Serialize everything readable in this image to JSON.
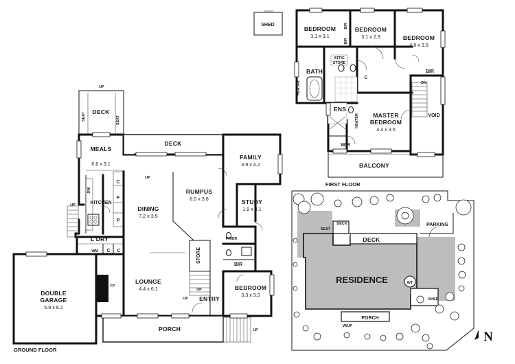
{
  "ground_floor": {
    "caption": "GROUND FLOOR",
    "rooms": {
      "deck": "DECK",
      "deck_seat_left": "SEAT",
      "deck_seat_right": "SEAT",
      "meals": {
        "name": "MEALS",
        "size": "6.6 x 3.1"
      },
      "deck_long": "DECK",
      "family": {
        "name": "FAMILY",
        "size": "3.9 x 4.2"
      },
      "kitchen": "KITCHEN",
      "dining": {
        "name": "DINING",
        "size": "7.2 x 3.5"
      },
      "rumpus": {
        "name": "RUMPUS",
        "size": "6.0 x 3.6"
      },
      "study": {
        "name": "STUDY",
        "size": "1.9 x 4.1"
      },
      "ldry": "L'DRY",
      "wm": "WM",
      "c1": "C",
      "c2": "C",
      "cupboard_c": "C",
      "cupboard_f": "F",
      "cupboard_p": "P",
      "dw": "DW",
      "store": "STORE",
      "pwdr": "PWDR",
      "bir": "BIR",
      "double_garage": {
        "name_line1": "DOUBLE",
        "name_line2": "GARAGE",
        "size": "5.9 x 6.2"
      },
      "fp": "FP",
      "lounge": {
        "name": "LOUNGE",
        "size": "4.4 x 6.1"
      },
      "entry": "ENTRY",
      "bedroom": {
        "name": "BEDROOM",
        "size": "3.3 x 3.3"
      },
      "porch": "PORCH"
    },
    "up_labels": [
      "UP",
      "UP",
      "UP",
      "UP",
      "UP",
      "UP"
    ]
  },
  "shed": "SHED",
  "first_floor": {
    "caption": "FIRST FLOOR",
    "rooms": {
      "bedroom1": {
        "name": "BEDROOM",
        "size": "3.1 x 3.1"
      },
      "bedroom2": {
        "name": "BEDROOM",
        "size": "3.1 x 2.9"
      },
      "bedroom3": {
        "name": "BEDROOM",
        "size": "4.8 x 3.6"
      },
      "bir1": "BIR",
      "bir2": "BIR",
      "bir3": "BIR",
      "attic_line1": "ATTIC",
      "attic_line2": "STORE",
      "bath": "BATH",
      "heater1": "HEATER",
      "heater2": "HEATER",
      "c": "C",
      "dn": "DN",
      "ens": "ENS",
      "master": {
        "name_line1": "MASTER",
        "name_line2": "BEDROOM",
        "size": "4.4 x 3.5"
      },
      "void": "VOID",
      "wir": "WIR",
      "balcony": "BALCONY"
    }
  },
  "site_plan": {
    "residence": "RESIDENCE",
    "deck_small": "DECK",
    "seat": "SEAT",
    "deck": "DECK",
    "parking": "PARKING",
    "wt": "WT",
    "shed": "SHED",
    "porch": "PORCH",
    "wup": "W/UP"
  },
  "compass": {
    "letter": "N"
  }
}
